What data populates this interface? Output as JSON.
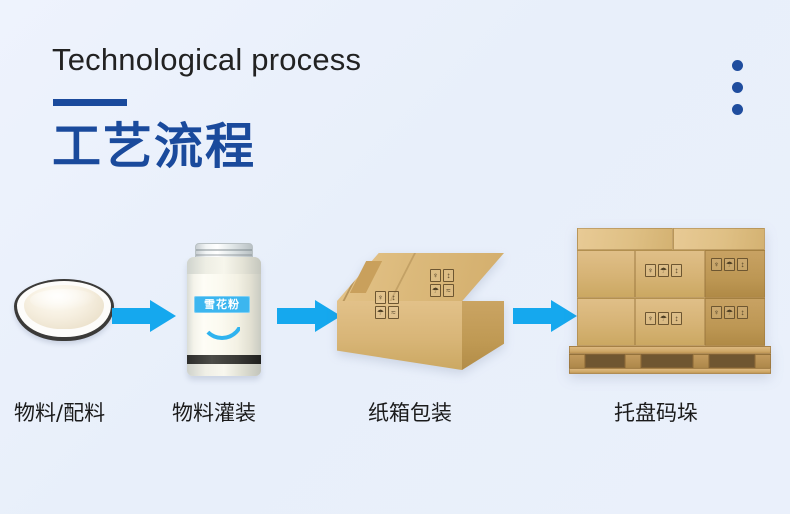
{
  "header": {
    "title_en": "Technological process",
    "title_cn": "工艺流程",
    "accent_color": "#1a4a9c",
    "rule_color": "#1a4a9c",
    "dots_count": 3,
    "dots_color": "#1f4d9e"
  },
  "background": {
    "color_start": "#eef3fd",
    "color_end": "#eaf0fb"
  },
  "flow": {
    "arrow_color": "#15a8ee",
    "steps": [
      {
        "index": "1",
        "caption": "物料/配料",
        "icon": "powder-bowl-icon",
        "label_text": ""
      },
      {
        "index": "2",
        "caption": "物料灌装",
        "icon": "filled-jar-icon",
        "label_text": "雪花粉",
        "label_color": "#3cb6ef"
      },
      {
        "index": "3",
        "caption": "纸箱包装",
        "icon": "carton-box-icon",
        "label_text": ""
      },
      {
        "index": "4",
        "caption": "托盘码垛",
        "icon": "pallet-stack-icon",
        "label_text": ""
      }
    ],
    "arrows": [
      {
        "name": "arrow-1-to-2"
      },
      {
        "name": "arrow-2-to-3"
      },
      {
        "name": "arrow-3-to-4"
      }
    ],
    "shipping_marks": [
      "fragile",
      "this-way-up",
      "keep-dry",
      "umbrella"
    ]
  }
}
